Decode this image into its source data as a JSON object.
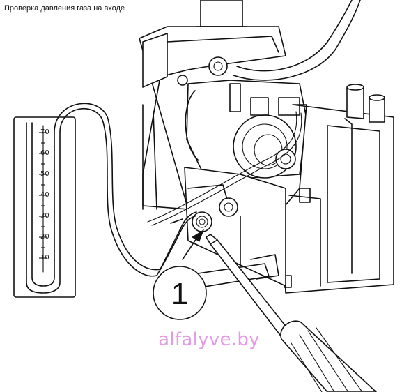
{
  "caption": "Проверка давления газа на входе",
  "callout": "1",
  "watermark": "alfalyve.by",
  "manometer": {
    "scale_labels": [
      "70",
      "60",
      "50",
      "40",
      "30",
      "20",
      "10"
    ]
  },
  "colors": {
    "watermark": "#e59ae6",
    "line": "#111111"
  }
}
